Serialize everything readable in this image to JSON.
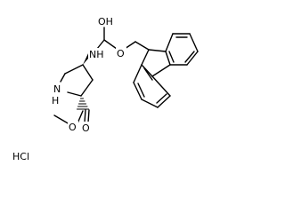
{
  "molecule": {
    "atoms": {
      "amine_n": "NH",
      "ring_n": "N",
      "ring_h": "H",
      "carbamate_o_eq": "O",
      "carbamate_oh": "OH",
      "ester_o_eq": "O",
      "ester_o": "O"
    },
    "salt_label": "HCl"
  }
}
